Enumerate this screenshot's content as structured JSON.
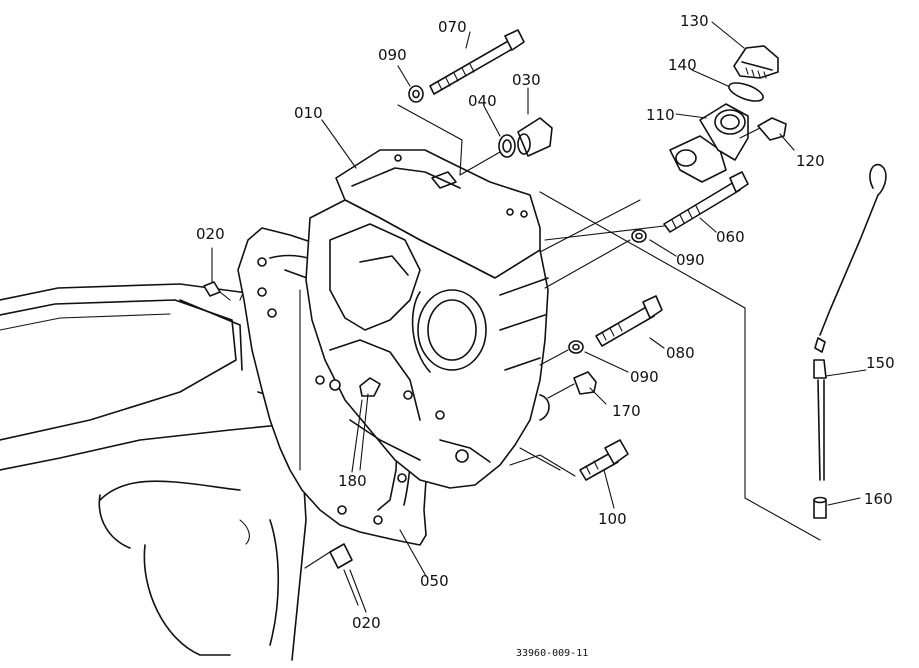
{
  "parts": [
    {
      "id": "p010",
      "label": "010"
    },
    {
      "id": "p020a",
      "label": "020"
    },
    {
      "id": "p020b",
      "label": "020"
    },
    {
      "id": "p030",
      "label": "030"
    },
    {
      "id": "p040",
      "label": "040"
    },
    {
      "id": "p050",
      "label": "050"
    },
    {
      "id": "p060",
      "label": "060"
    },
    {
      "id": "p070",
      "label": "070"
    },
    {
      "id": "p080",
      "label": "080"
    },
    {
      "id": "p090a",
      "label": "090"
    },
    {
      "id": "p090b",
      "label": "090"
    },
    {
      "id": "p090c",
      "label": "090"
    },
    {
      "id": "p100",
      "label": "100"
    },
    {
      "id": "p110",
      "label": "110"
    },
    {
      "id": "p120",
      "label": "120"
    },
    {
      "id": "p130",
      "label": "130"
    },
    {
      "id": "p140",
      "label": "140"
    },
    {
      "id": "p150",
      "label": "150"
    },
    {
      "id": "p160",
      "label": "160"
    },
    {
      "id": "p170",
      "label": "170"
    },
    {
      "id": "p180",
      "label": "180"
    }
  ],
  "drawing_number": "33960-009-11"
}
